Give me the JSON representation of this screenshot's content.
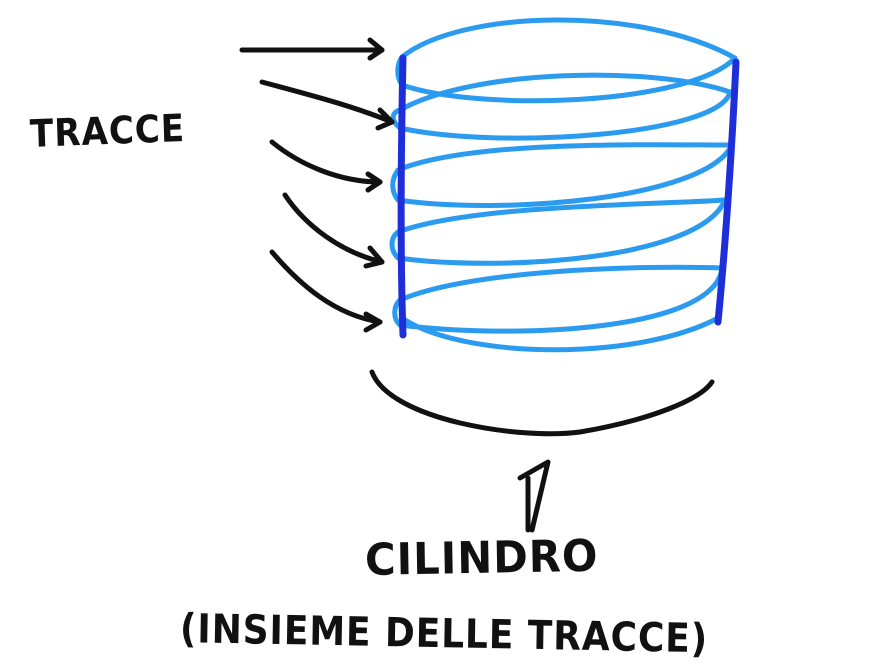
{
  "labels": {
    "tracce": "TRACCE",
    "cilindro": "CILINDRO",
    "insieme": "(INSIEME DELLE TRACCE)"
  },
  "colors": {
    "background": "#ffffff",
    "ink": "#111111",
    "track_blue": "#2b9bf0",
    "wall_blue": "#1e2fd9"
  }
}
